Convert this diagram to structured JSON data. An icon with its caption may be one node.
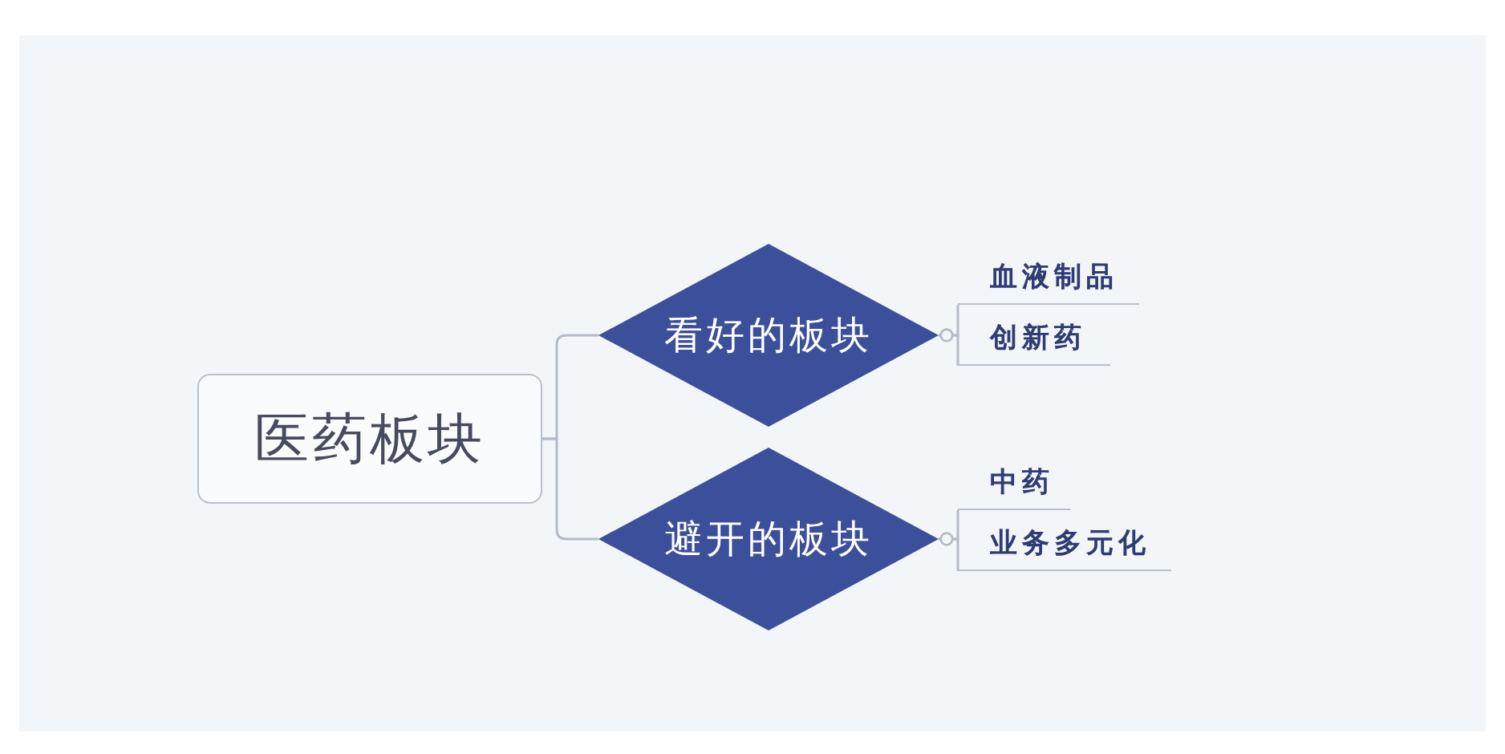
{
  "diagram": {
    "nodes": [
      {
        "text": [
          "医药板块"
        ]
      },
      {
        "text": [
          "看好的板块"
        ]
      },
      {
        "text": [
          "避开的板块"
        ]
      },
      {
        "text": [
          "血液制品"
        ]
      },
      {
        "text": [
          "创新药"
        ]
      },
      {
        "text": [
          "中药"
        ]
      },
      {
        "text": [
          "业务多元化"
        ]
      }
    ],
    "edges": [
      {
        "from": 0,
        "to": 1,
        "arrow": "none"
      },
      {
        "from": 0,
        "to": 2,
        "arrow": "none"
      },
      {
        "from": 1,
        "to": 3,
        "arrow": "other"
      },
      {
        "from": 1,
        "to": 4,
        "arrow": "other"
      },
      {
        "from": 2,
        "to": 5,
        "arrow": "other"
      },
      {
        "from": 2,
        "to": 6,
        "arrow": "other"
      }
    ]
  }
}
